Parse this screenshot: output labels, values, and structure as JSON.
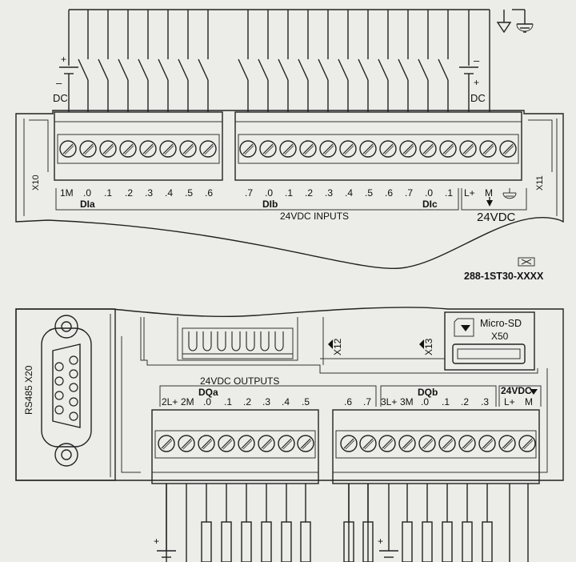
{
  "module": {
    "part_number": "288-1ST30-XXXX",
    "connector_top_left": "X10",
    "connector_top_right": "X11",
    "connector_x12": "X12",
    "connector_x13": "X13",
    "rs485_label": "RS485 X20",
    "microsd_title": "Micro-SD",
    "microsd_connector": "X50"
  },
  "inputs": {
    "group_label": "24VDC INPUTS",
    "terminals_a": [
      "1M",
      ".0",
      ".1",
      ".2",
      ".3",
      ".4",
      ".5",
      ".6"
    ],
    "terminals_b": [
      ".7",
      ".0",
      ".1",
      ".2",
      ".3",
      ".4",
      ".5",
      ".6",
      ".7",
      ".0",
      ".1"
    ],
    "group_a": "DIa",
    "group_b": "DIb",
    "group_c": "DIc",
    "power_terminals": [
      "L+",
      "M"
    ],
    "power_label": "24VDC",
    "dc_left_plus": "+",
    "dc_left_minus": "–",
    "dc_left_label": "DC",
    "dc_right_minus": "–",
    "dc_right_plus": "+",
    "dc_right_label": "DC"
  },
  "outputs": {
    "group_label": "24VDC OUTPUTS",
    "group_a": "DQa",
    "group_b": "DQb",
    "terminals_a": [
      "2L+",
      "2M",
      ".0",
      ".1",
      ".2",
      ".3",
      ".4",
      ".5"
    ],
    "terminals_a2": [
      ".6",
      ".7"
    ],
    "terminals_b": [
      "3L+",
      "3M",
      ".0",
      ".1",
      ".2",
      ".3"
    ],
    "power_label": "24VDC",
    "power_terminals": [
      "L+",
      "M"
    ],
    "supply_plus_left": "+",
    "supply_plus_right": "+"
  },
  "colors": {
    "background": "#ecece8",
    "line": "#222222"
  }
}
